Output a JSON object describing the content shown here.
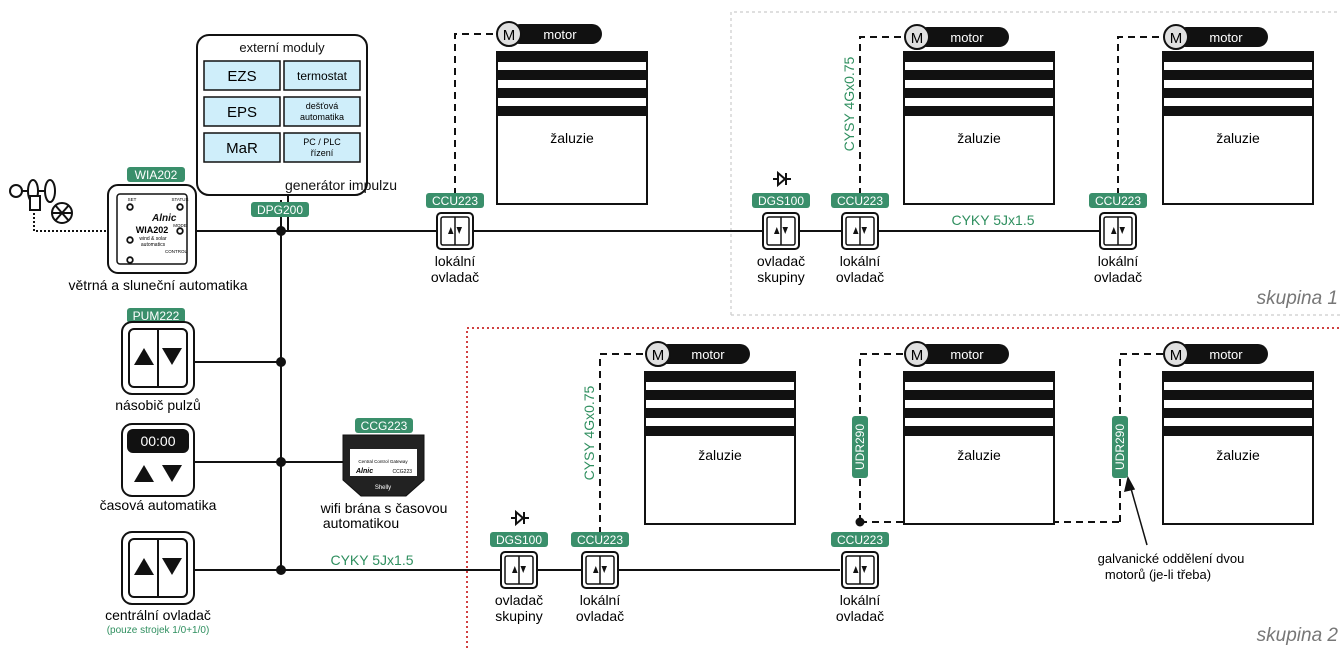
{
  "colors": {
    "green": "#3a8f6b",
    "green_text": "#2f8f5f",
    "module_fill": "#cfeefa",
    "group1_border": "#cccccc",
    "group2_border": "#c00000",
    "group_label": "#777777",
    "line": "#111111"
  },
  "external": {
    "title": "externí moduly",
    "ezs": "EZS",
    "termostat": "termostat",
    "eps": "EPS",
    "destova_1": "dešťová",
    "destova_2": "automatika",
    "mar": "MaR",
    "pc_1": "PC / PLC",
    "pc_2": "řízení"
  },
  "dpg": {
    "tag": "DPG200",
    "caption": "generátor impulzu"
  },
  "wia": {
    "tag": "WIA202",
    "caption": "větrná a sluneční automatika",
    "logo": "Alnic",
    "model": "WIA202",
    "sub1": "wind & solar",
    "sub2": "automatics",
    "set": "SET",
    "status": "STATUS",
    "mode": "MODE",
    "control": "CONTROL"
  },
  "pum": {
    "tag": "PUM222",
    "caption": "násobič pulzů"
  },
  "timer": {
    "display": "00:00",
    "caption": "časová automatika"
  },
  "central": {
    "caption": "centrální ovladač",
    "note": "(pouze strojek 1/0+1/0)"
  },
  "ccg": {
    "tag": "CCG223",
    "caption_1": "wifi brána s časovou",
    "caption_2": "automatikou",
    "gw": "Central Control Gateway",
    "logo": "Alnic",
    "model": "CCG223",
    "shelly": "Shelly"
  },
  "labels": {
    "ccu": "CCU223",
    "dgs": "DGS100",
    "udr": "UDR290",
    "motor": "motor",
    "motor_m": "M",
    "blind": "žaluzie",
    "local_1": "lokální",
    "local_2": "ovladač",
    "group_ctrl_1": "ovladač",
    "group_ctrl_2": "skupiny"
  },
  "cables": {
    "cyky": "CYKY 5Jx1.5",
    "cysy": "CYSY 4Gx0.75"
  },
  "groups": {
    "g1": "skupina 1",
    "g2": "skupina 2"
  },
  "annotation": {
    "line1": "galvanické oddělení dvou",
    "line2": "motorů (je-li třeba)"
  }
}
